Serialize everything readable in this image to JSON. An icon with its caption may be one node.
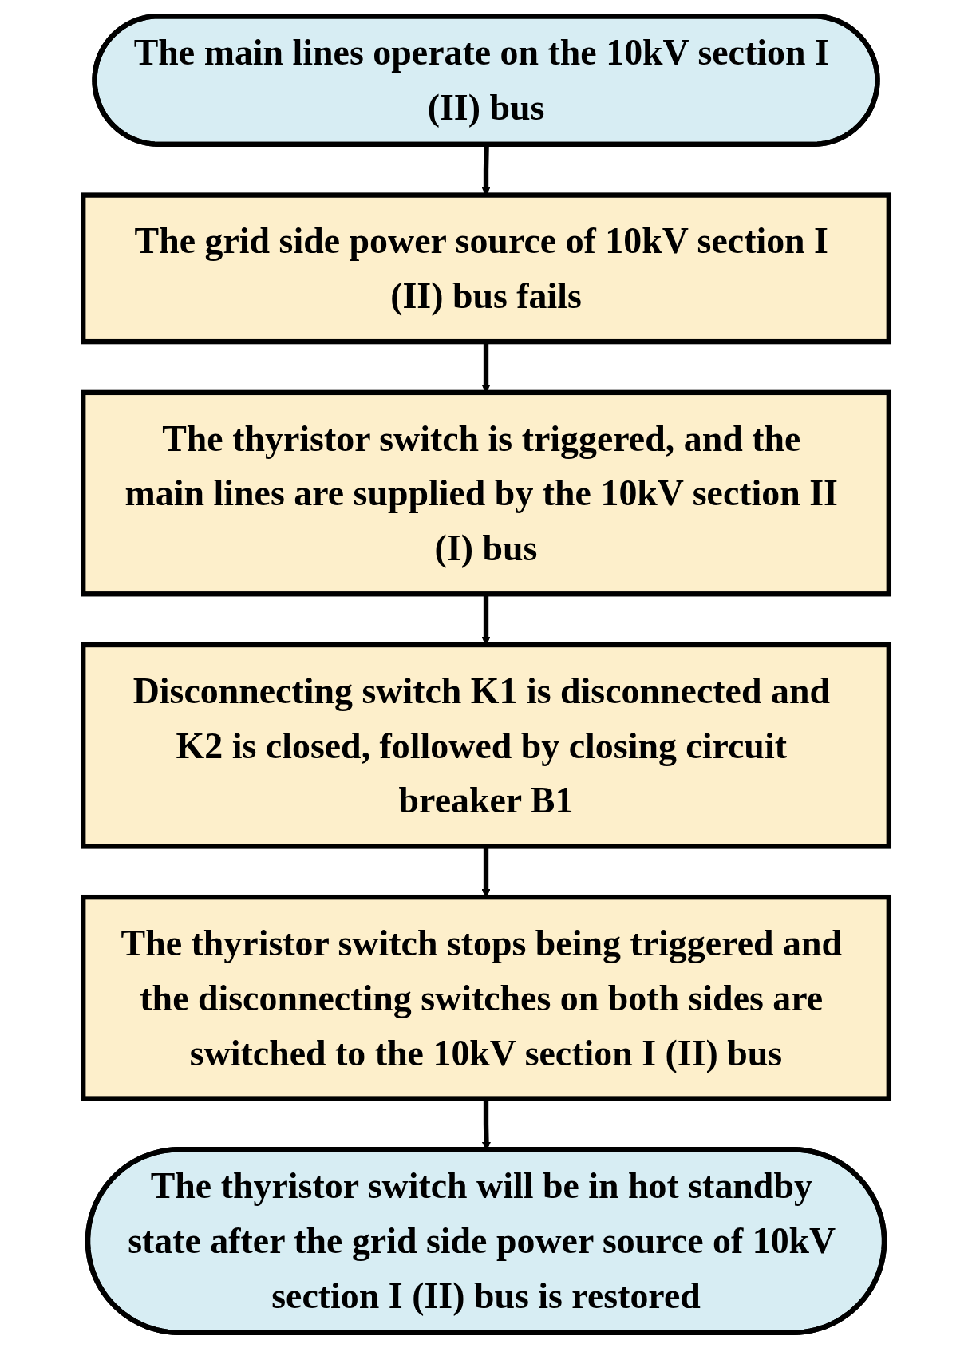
{
  "diagram": {
    "nodes": [
      {
        "text": [
          "The main lines operate on the 10kV section I (II) bus"
        ]
      },
      {
        "text": [
          "The grid side power source of 10kV section I (II) bus fails"
        ]
      },
      {
        "text": [
          "The thyristor switch is triggered, and the main lines are supplied by the 10kV section II (I) bus"
        ]
      },
      {
        "text": [
          "Disconnecting switch K1 is disconnected and K2 is closed, followed by closing circuit breaker B1"
        ]
      },
      {
        "text": [
          "The thyristor switch stops being triggered and the disconnecting switches on both sides are switched to the 10kV section I (II) bus"
        ]
      },
      {
        "text": [
          "The thyristor switch will be in hot standby state after the grid side power source of 10kV section I (II) bus is restored"
        ]
      }
    ],
    "edges": [
      {
        "from": 0,
        "to": 1,
        "arrow": "to"
      },
      {
        "from": 1,
        "to": 2,
        "arrow": "to"
      },
      {
        "from": 2,
        "to": 3,
        "arrow": "to"
      },
      {
        "from": 3,
        "to": 4,
        "arrow": "to"
      },
      {
        "from": 4,
        "to": 5,
        "arrow": "to"
      }
    ]
  }
}
